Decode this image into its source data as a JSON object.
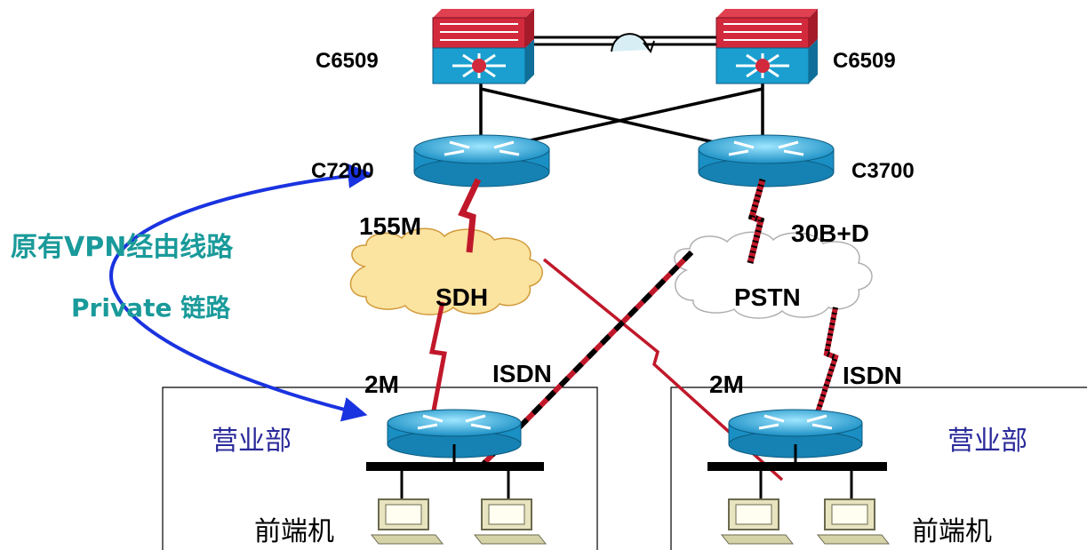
{
  "devices": {
    "core_left": "C6509",
    "core_right": "C6509",
    "router_left": "C7200",
    "router_right": "C3700"
  },
  "links": {
    "left_uplink": "155M",
    "right_uplink": "30B+D",
    "branch_left_leased": "2M",
    "branch_left_isdn": "ISDN",
    "branch_right_leased": "2M",
    "branch_right_isdn": "ISDN"
  },
  "clouds": {
    "left": "SDH",
    "right": "PSTN"
  },
  "annotation": {
    "line1": "原有VPN经由线路",
    "line2": "Private 链路"
  },
  "branches": {
    "left_name": "营业部",
    "right_name": "营业部",
    "left_pc_label": "前端机",
    "right_pc_label": "前端机"
  },
  "colors": {
    "router_blue": "#1a9fd0",
    "switch_red": "#d22a3c",
    "leased_line": "#c0182a",
    "annotation_teal": "#1a9a9a",
    "arrow_blue": "#1a33e0",
    "sdh_cloud": "#fbe3a0",
    "branch_title": "#2a2a9a"
  }
}
